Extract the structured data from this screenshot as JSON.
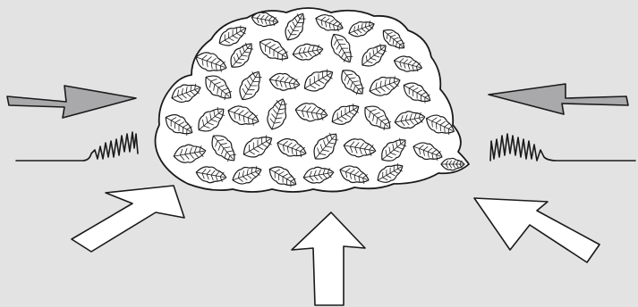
{
  "colors": {
    "background": "#e3e3e4",
    "stroke": "#1a1a1a",
    "leaf_fill": "#ffffff",
    "top_arrow_fill": "#a9a9ab",
    "bottom_arrow_fill": "#ffffff"
  },
  "arrows": [
    {
      "name": "arrow-left-top",
      "direction": "right",
      "fill": "gray"
    },
    {
      "name": "arrow-right-top",
      "direction": "left",
      "fill": "gray"
    },
    {
      "name": "arrow-left-bottom",
      "direction": "up-right",
      "fill": "white"
    },
    {
      "name": "arrow-bottom-center",
      "direction": "up",
      "fill": "white"
    },
    {
      "name": "arrow-right-bottom",
      "direction": "up-left",
      "fill": "white"
    }
  ],
  "squiggles": [
    {
      "name": "squiggle-left",
      "side": "left"
    },
    {
      "name": "squiggle-right",
      "side": "right"
    }
  ],
  "leaf_pile": {
    "name": "leaf-pile-icon"
  }
}
